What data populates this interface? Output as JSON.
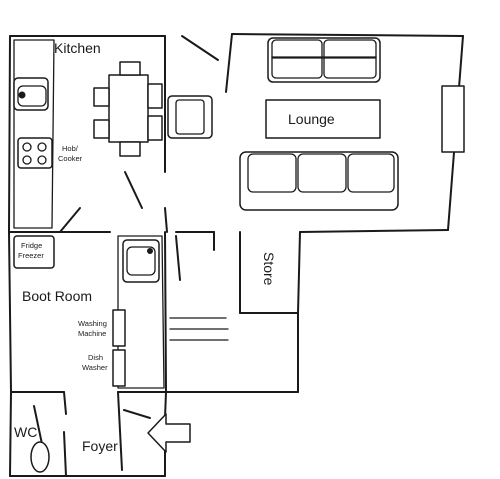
{
  "floorplan": {
    "rooms": {
      "kitchen": "Kitchen",
      "lounge": "Lounge",
      "store": "Store",
      "boot_room": "Boot Room",
      "wc": "WC",
      "foyer": "Foyer"
    },
    "fixtures": {
      "hob_line1": "Hob/",
      "hob_line2": "Cooker",
      "fridge_line1": "Fridge",
      "fridge_line2": "Freezer",
      "washer_line1": "Washing",
      "washer_line2": "Machine",
      "dish_line1": "Dish",
      "dish_line2": "Washer"
    }
  }
}
